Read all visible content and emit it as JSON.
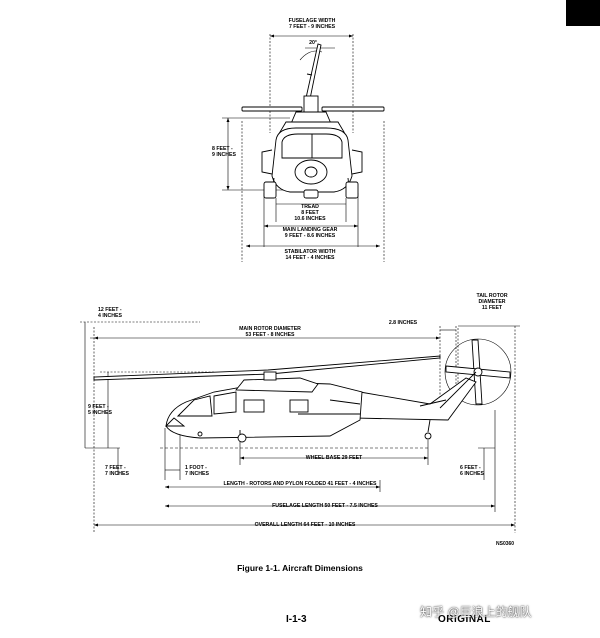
{
  "front_view": {
    "fuselage_width": [
      "FUSELAGE WIDTH",
      "7 FEET - 9 INCHES"
    ],
    "angle": "20°",
    "height": [
      "8 FEET -",
      "9 INCHES"
    ],
    "tread": [
      "TREAD",
      "8 FEET",
      "10.6 INCHES"
    ],
    "main_landing_gear": [
      "MAIN LANDING GEAR",
      "9 FEET - 8.6 INCHES"
    ],
    "stabilator_width": [
      "STABILATOR WIDTH",
      "14 FEET - 4 INCHES"
    ]
  },
  "side_view": {
    "overall_height": [
      "12 FEET -",
      "4 INCHES"
    ],
    "main_rotor_diameter": [
      "MAIN ROTOR DIAMETER",
      "53 FEET - 8 INCHES"
    ],
    "tail_offset": "2.8 INCHES",
    "tail_rotor_diameter": [
      "TAIL ROTOR",
      "DIAMETER",
      "11 FEET"
    ],
    "cabin_height": [
      "9 FEET -",
      "5 INCHES"
    ],
    "wheel_base": "WHEEL BASE 29 FEET",
    "nose_height": [
      "7 FEET -",
      "7 INCHES"
    ],
    "nose_offset": [
      "1 FOOT -",
      "7 INCHES"
    ],
    "tail_height": [
      "6 FEET -",
      "6 INCHES"
    ],
    "length_folded": "LENGTH - ROTORS AND PYLON FOLDED 41 FEET - 4 INCHES",
    "fuselage_length": "FUSELAGE LENGTH 50 FEET - 7.5 INCHES",
    "overall_length": "OVERALL LENGTH 64 FEET - 10 INCHES",
    "drawing_code": "NS0360"
  },
  "caption": "Figure 1-1. Aircraft Dimensions",
  "page_number": "I-1-3",
  "original_mark": "ORIGINAL",
  "watermark": "知乎 @巨浪上的舰队"
}
